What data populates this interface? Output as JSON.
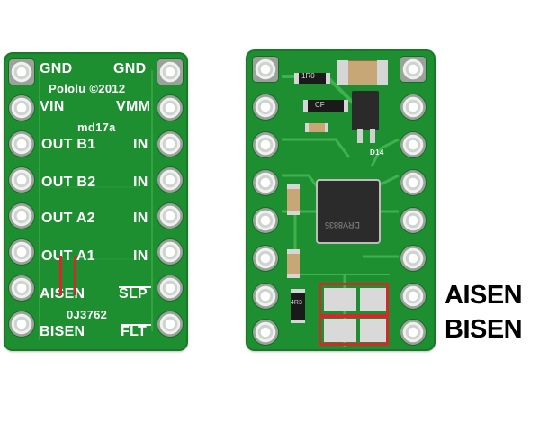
{
  "colors": {
    "pcb_green": "#1e8f31",
    "pcb_green_light": "#2aa23d",
    "trace_green": "#3fb24e",
    "silkscreen": "#ffffff",
    "highlight_red": "#d8262c",
    "label_black": "#000000"
  },
  "front": {
    "labels": {
      "gnd_left": "GND",
      "gnd_right": "GND",
      "brand_line": "Pololu ©2012",
      "vin": "VIN",
      "vmm": "VMM",
      "model": "md17a",
      "out_b1": "OUT  B1",
      "in_b1": "IN",
      "out_b2": "OUT  B2",
      "in_b2": "IN",
      "out_a2": "OUT  A2",
      "in_a2": "IN",
      "out_a1": "OUT  A1",
      "in_a1": "IN",
      "aisen": "AISEN",
      "slp": "SLP",
      "serial": "0J3762",
      "bisen": "BISEN",
      "flt": "FLT"
    }
  },
  "back": {
    "chip_text": "DRV8835",
    "components": {
      "r_top": "1R0",
      "cap": "CF",
      "diode": "D14",
      "resistor_side": "4R3"
    }
  },
  "callouts": {
    "aisen": "AISEN",
    "bisen": "BISEN"
  }
}
